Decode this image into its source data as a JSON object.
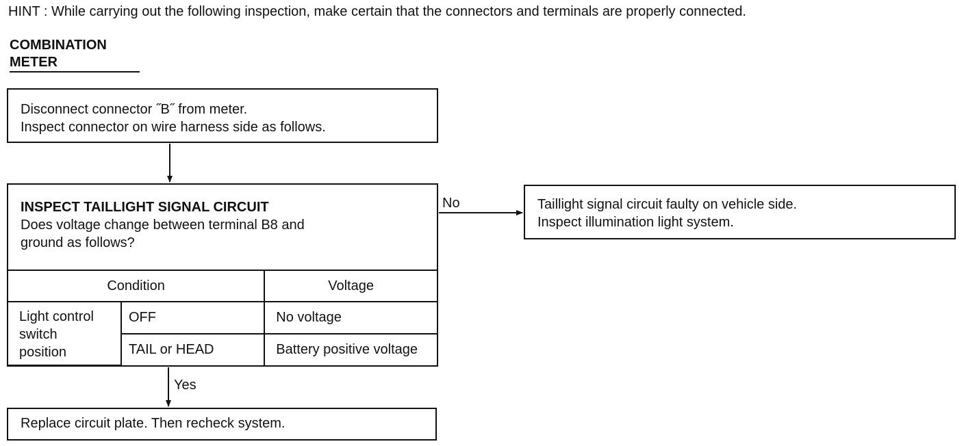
{
  "hint": "HINT : While carrying out the following inspection, make certain that the connectors and terminals are properly connected.",
  "section": {
    "line1": "COMBINATION",
    "line2": "METER"
  },
  "step1": {
    "line1": "Disconnect connector ˝B˝  from meter.",
    "line2": "Inspect connector on wire harness side as follows."
  },
  "inspect": {
    "title": "INSPECT TAILLIGHT SIGNAL CIRCUIT",
    "question_line1": "Does voltage change between terminal B8 and",
    "question_line2": "ground as follows?",
    "table": {
      "col_condition": "Condition",
      "col_voltage": "Voltage",
      "row_group_label": {
        "line1": "Light control",
        "line2": "switch",
        "line3": "position"
      },
      "rows": [
        {
          "switch": "OFF",
          "voltage": "No voltage"
        },
        {
          "switch": "TAIL or HEAD",
          "voltage": "Battery positive voltage"
        }
      ]
    }
  },
  "no_branch": {
    "label": "No",
    "line1": "Taillight signal circuit faulty on vehicle side.",
    "line2": "Inspect illumination light system."
  },
  "yes_branch": {
    "label": "Yes",
    "text": "Replace circuit plate. Then recheck system."
  }
}
